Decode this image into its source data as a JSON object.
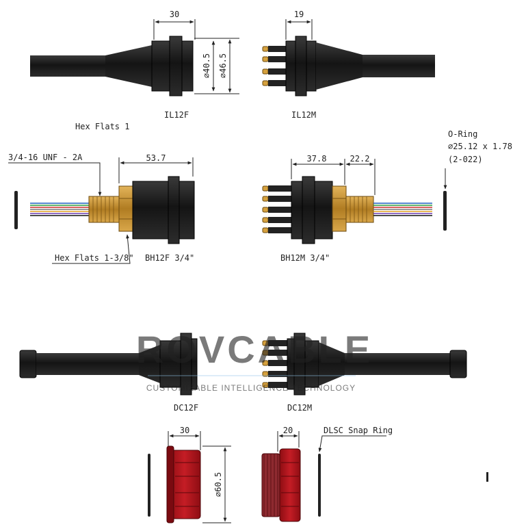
{
  "top_row": {
    "il12f": {
      "name": "IL12F",
      "dim_width": "30",
      "dim_d1": "⌀40.5",
      "dim_d2": "⌀46.5"
    },
    "il12m": {
      "name": "IL12M",
      "dim_width": "19"
    },
    "cut_text": "Hex Flats 1"
  },
  "bulkhead_row": {
    "bh12f": {
      "name": "BH12F 3/4\"",
      "thread": "3/4-16 UNF - 2A",
      "dim_width": "53.7",
      "hex": "Hex Flats 1-3/8\""
    },
    "bh12m": {
      "name": "BH12M 3/4\"",
      "dim_a": "37.8",
      "dim_b": "22.2"
    },
    "oring": {
      "line1": "O-Ring",
      "line2": "⌀25.12 x 1.78",
      "line3": "(2-022)"
    }
  },
  "cable_row": {
    "dc12f": {
      "name": "DC12F"
    },
    "dc12m": {
      "name": "DC12M"
    }
  },
  "watermark": {
    "brand": "ROVCABLE",
    "tagline": "CUSTOMIZABLE INTELLIGENCE TECHNOLOGY"
  },
  "sleeve_row": {
    "female": {
      "dim_width": "30",
      "dim_d": "⌀60.5"
    },
    "male": {
      "dim_width": "20",
      "snap_ring": "DLSC Snap Ring"
    }
  },
  "colors": {
    "body": "#1e1e1e",
    "brass": "#c8942f",
    "sleeve": "#b3141c",
    "watermark": "#f2e46a",
    "watermark_tag": "#8fc3e8"
  }
}
